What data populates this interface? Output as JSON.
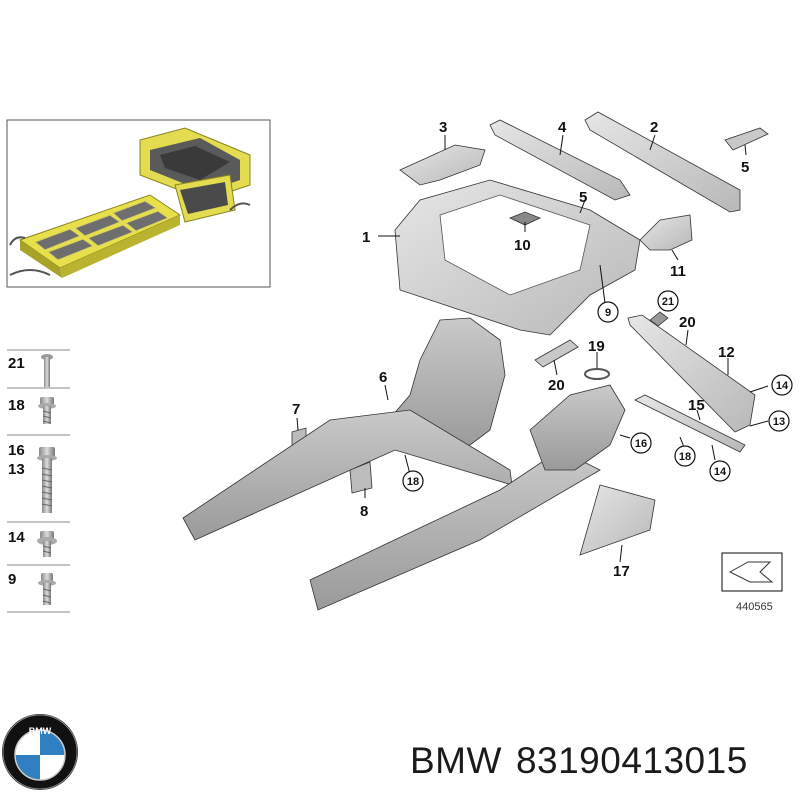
{
  "callouts": [
    "1",
    "2",
    "3",
    "4",
    "5",
    "5",
    "6",
    "7",
    "8",
    "9",
    "10",
    "11",
    "12",
    "13",
    "14",
    "14",
    "15",
    "16",
    "17",
    "18",
    "19",
    "20",
    "20",
    "21"
  ],
  "bolt_legend": [
    {
      "labels": [
        "21"
      ]
    },
    {
      "labels": [
        "18"
      ]
    },
    {
      "labels": [
        "16",
        "13"
      ]
    },
    {
      "labels": [
        "14"
      ]
    },
    {
      "labels": [
        "9"
      ]
    }
  ],
  "ref_number": "440565",
  "brand_logo_text": "BMW",
  "footer": {
    "brand": "BMW",
    "part_number": "83190413015"
  },
  "colors": {
    "body_panel": "#d4d4d4",
    "battery_yellow": "#e8e04a",
    "line": "#1a1a1a"
  }
}
